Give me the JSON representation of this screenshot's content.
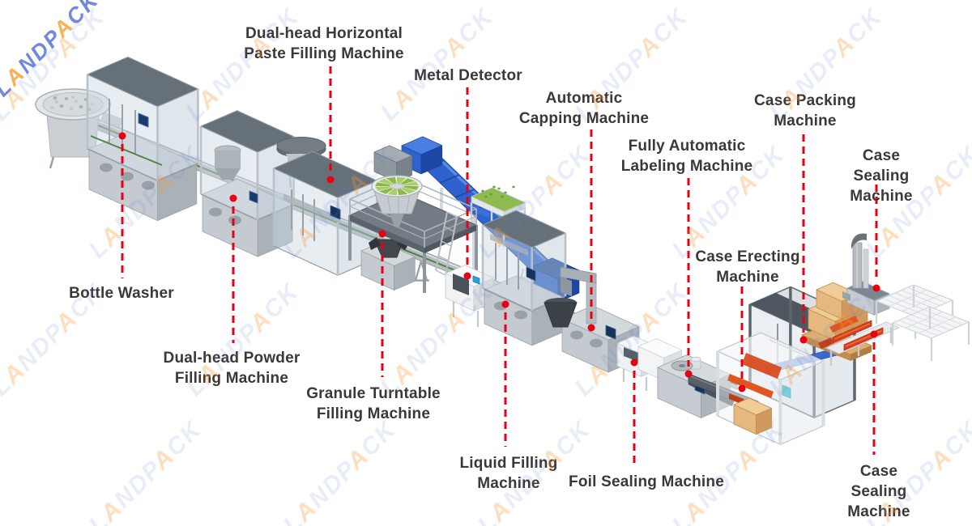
{
  "brand": {
    "watermark_text": "LANDPACK"
  },
  "labels": {
    "bottle_washer": "Bottle Washer",
    "dual_head_horizontal_paste": "Dual-head Horizontal\nPaste Filling Machine",
    "dual_head_powder": "Dual-head Powder\nFilling Machine",
    "granule_turntable": "Granule Turntable\nFilling Machine",
    "metal_detector": "Metal Detector",
    "liquid_filling": "Liquid Filling\nMachine",
    "automatic_capping": "Automatic\nCapping Machine",
    "foil_sealing": "Foil Sealing Machine",
    "fully_automatic_labeling": "Fully Automatic\nLabeling Machine",
    "case_erecting": "Case Erecting\nMachine",
    "case_packing": "Case Packing\nMachine",
    "case_sealing_upper": "Case Sealing\nMachine",
    "case_sealing_lower": "Case Sealing Machine"
  },
  "machine_flow": [
    "Bottle Washer",
    "Dual-head Powder Filling Machine",
    "Dual-head Horizontal Paste Filling Machine",
    "Granule Turntable Filling Machine",
    "Metal Detector",
    "Liquid Filling Machine",
    "Automatic Capping Machine",
    "Foil Sealing Machine",
    "Fully Automatic Labeling Machine",
    "Case Erecting Machine",
    "Case Packing Machine",
    "Case Sealing Machine"
  ],
  "colors": {
    "leader_line": "#e60012",
    "label_text": "#3b3836",
    "watermark_blue": "#5a74d8",
    "watermark_orange": "#f5a43b",
    "conveyor_blue": "#2f62cc",
    "belt_green": "#4e8040",
    "machine_gray": "#c5cbd0",
    "carton_kraft": "#e5b87f",
    "machine_orange": "#e2551f",
    "product_green": "#8fba4f"
  }
}
